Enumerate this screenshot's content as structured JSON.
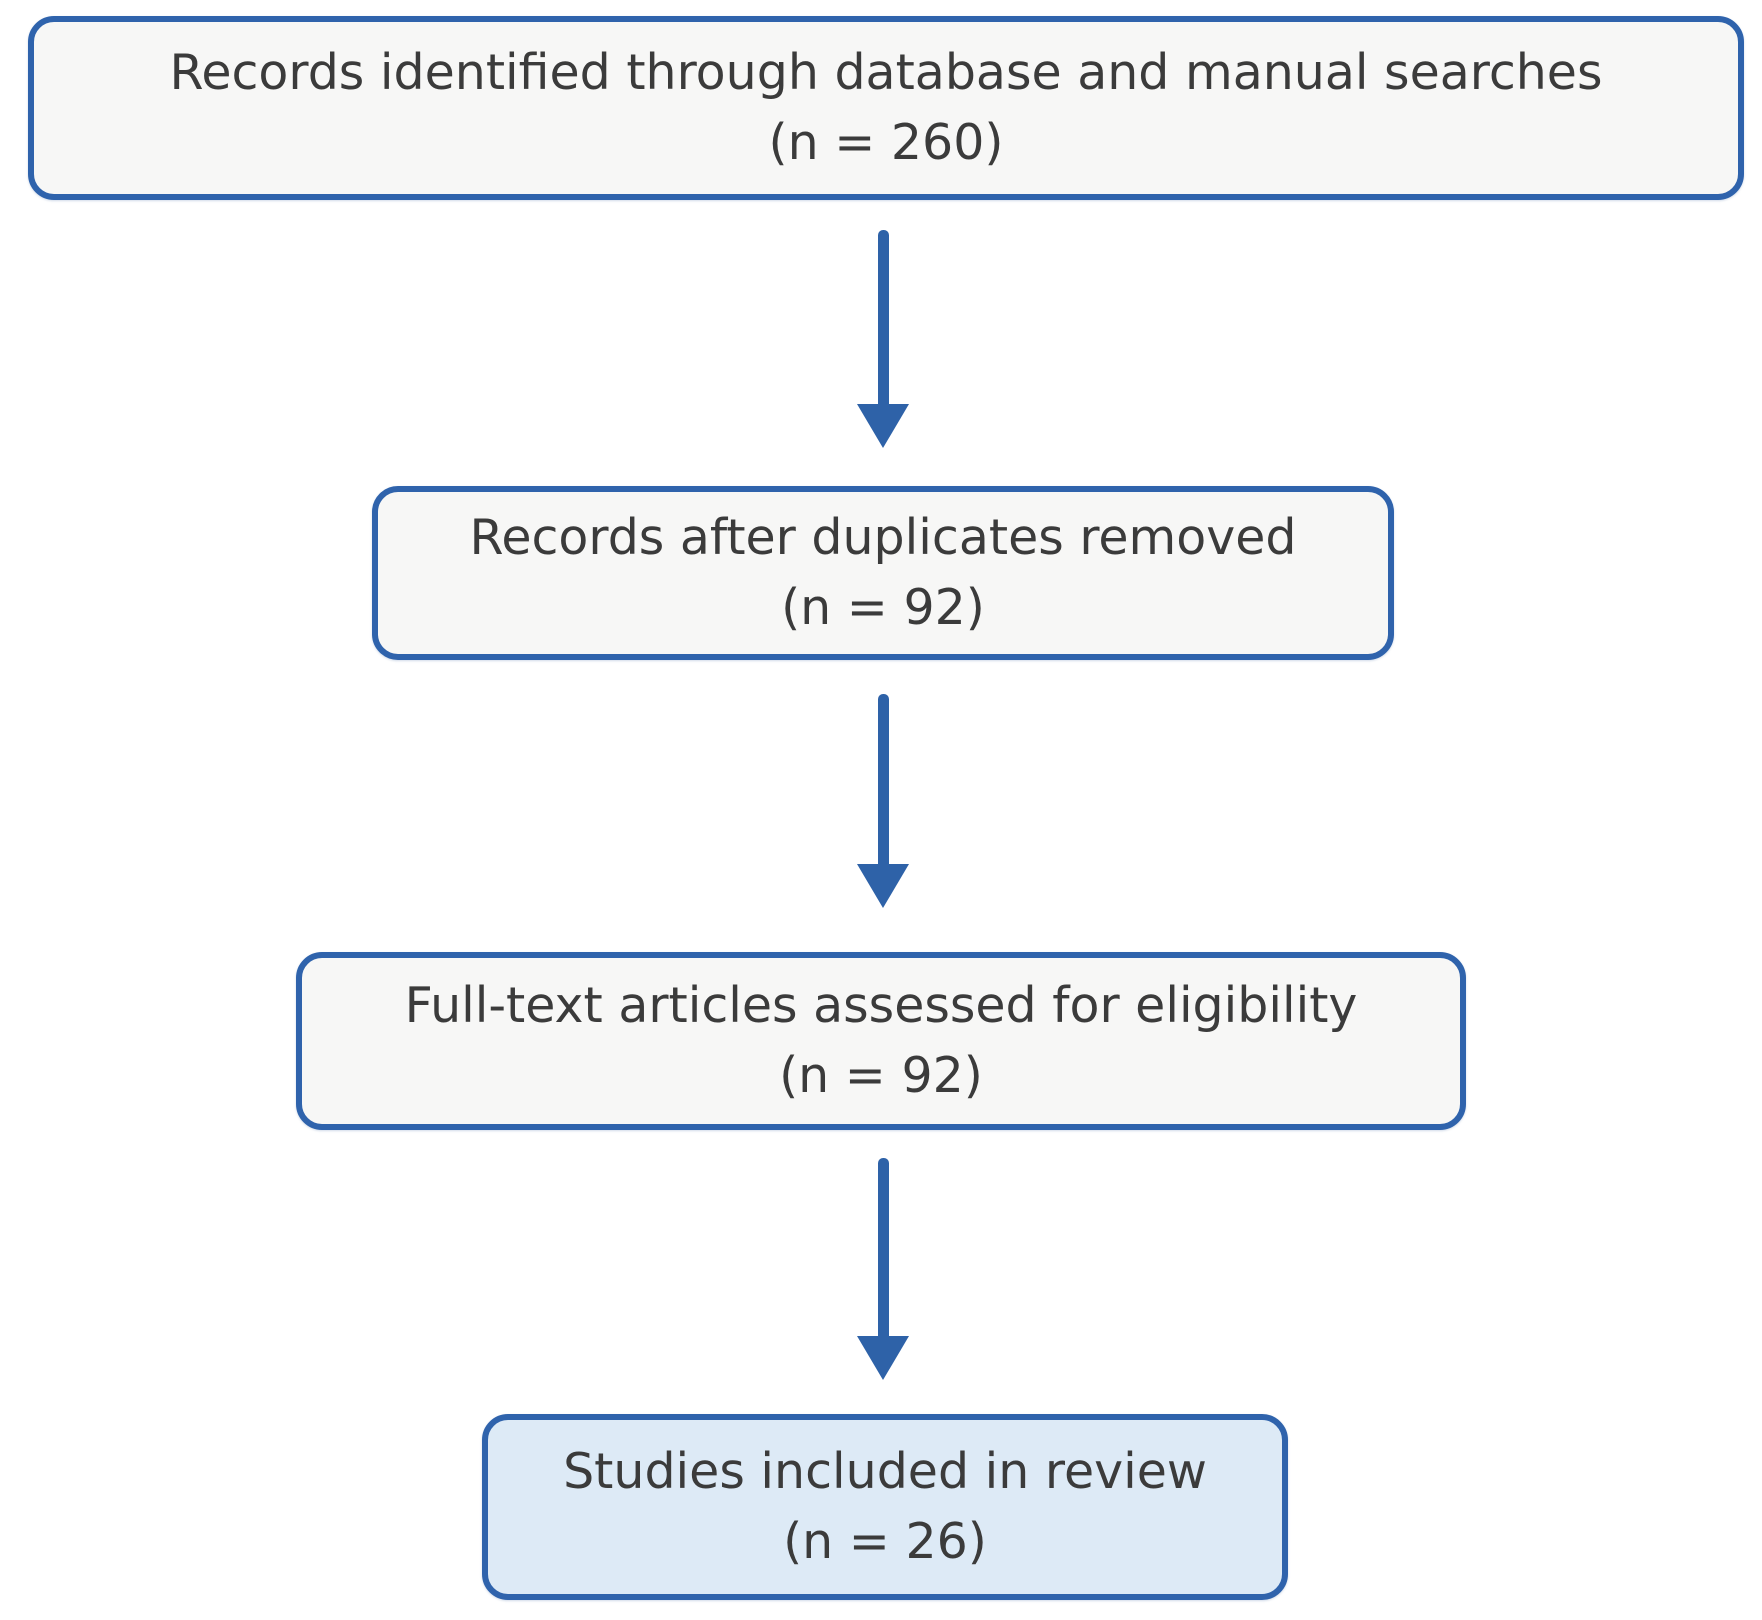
{
  "diagram": {
    "type": "flowchart",
    "direction": "top-down",
    "boxes": [
      {
        "label": "Records identified through database and manual searches",
        "count": "(n = 260)"
      },
      {
        "label": "Records after duplicates removed",
        "count": "(n = 92)"
      },
      {
        "label": "Full-text articles assessed for eligibility",
        "count": "(n = 92)"
      },
      {
        "label": "Studies included in review",
        "count": "(n = 26)"
      }
    ],
    "connectors": [
      {
        "from": 0,
        "to": 1,
        "shape": "down-arrow"
      },
      {
        "from": 1,
        "to": 2,
        "shape": "down-arrow"
      },
      {
        "from": 2,
        "to": 3,
        "shape": "down-arrow"
      }
    ],
    "colors": {
      "box_border": "#2f63ac",
      "box_background": "#f7f7f6",
      "final_box_background": "#ddeaf6",
      "arrow": "#2e62a8",
      "text": "#3b3b3b",
      "page_background": "#ffffff"
    }
  }
}
